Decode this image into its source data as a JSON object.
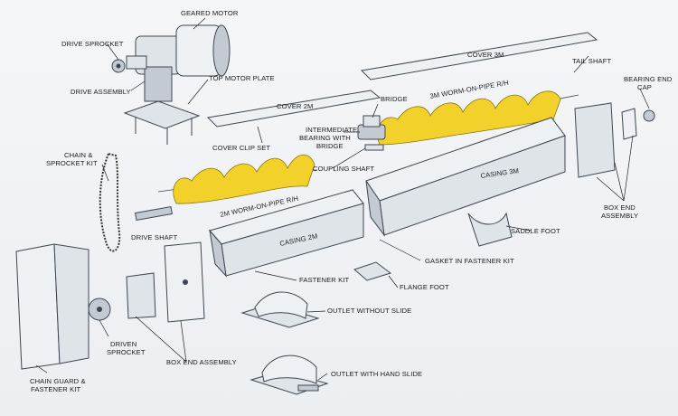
{
  "colors": {
    "auger": "#f2d22a",
    "metal": "#dfe4e9",
    "background": "#f2f4f6"
  },
  "labels": {
    "geared_motor": "GEARED MOTOR",
    "drive_sprocket": "DRIVE SPROCKET",
    "drive_assembly": "DRIVE ASSEMBLY",
    "top_motor_plate": "TOP MOTOR PLATE",
    "cover_3m": "COVER 3M",
    "tail_shaft": "TAIL SHAFT",
    "bearing_end_cap_1": "BEARING END",
    "bearing_end_cap_2": "CAP",
    "bridge": "BRIDGE",
    "worm_3m": "3M WORM-ON-PIPE R/H",
    "cover_2m": "COVER 2M",
    "intermediate_1": "INTERMEDIATE",
    "intermediate_2": "BEARING WITH",
    "intermediate_3": "BRIDGE",
    "cover_clip_set": "COVER CLIP SET",
    "coupling_shaft": "COUPLING SHAFT",
    "chain_kit_1": "CHAIN &",
    "chain_kit_2": "SPROCKET KIT",
    "casing_3m": "CASING 3M",
    "box_end_assembly_right_1": "BOX END",
    "box_end_assembly_right_2": "ASSEMBLY",
    "worm_2m": "2M WORM-ON-PIPE R/H",
    "drive_shaft": "DRIVE SHAFT",
    "saddle_foot": "SADDLE FOOT",
    "casing_2m": "CASING 2M",
    "gasket": "GASKET IN FASTENER KIT",
    "fastener_kit": "FASTENER KIT",
    "flange_foot": "FLANGE FOOT",
    "outlet_without_slide": "OUTLET WITHOUT SLIDE",
    "driven_sprocket_1": "DRIVEN",
    "driven_sprocket_2": "SPROCKET",
    "box_end_assembly_left": "BOX END ASSEMBLY",
    "chain_guard_1": "CHAIN GUARD &",
    "chain_guard_2": "FASTENER KIT",
    "outlet_hand_slide": "OUTLET WITH HAND SLIDE"
  }
}
